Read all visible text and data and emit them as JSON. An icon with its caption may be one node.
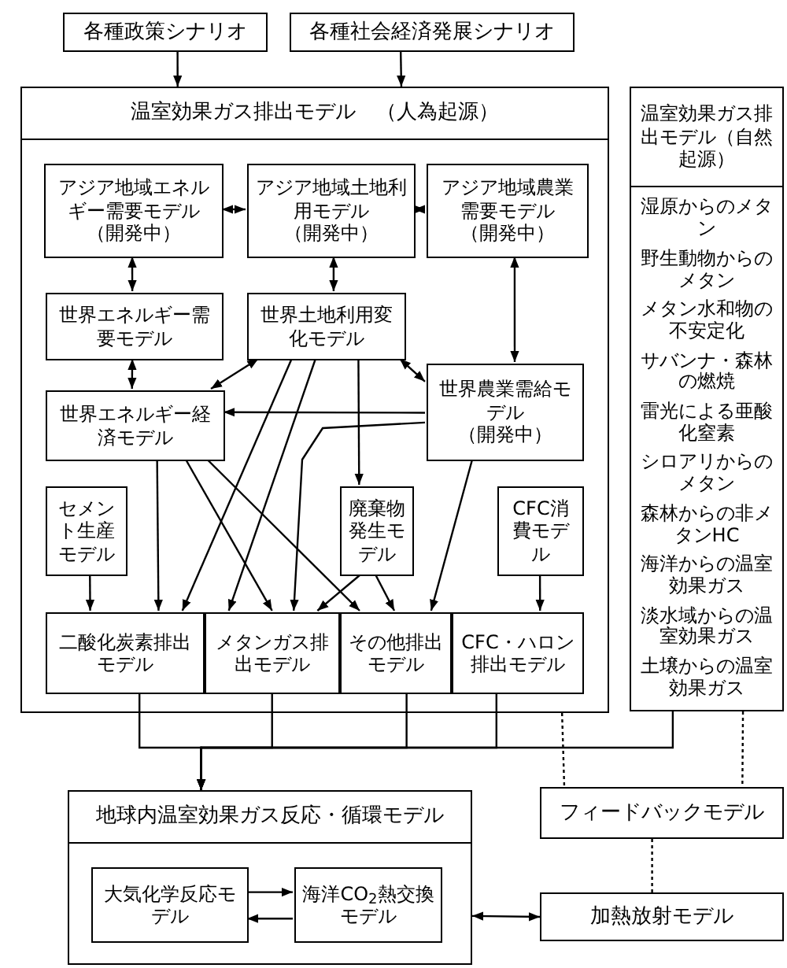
{
  "diagram": {
    "nodes": [
      {
        "text": [
          "各種政策シナリオ"
        ]
      },
      {
        "text": [
          "各種社会経済発展シナリオ"
        ]
      },
      {
        "text": [
          "温室効果ガス排出モデル　（人為起源）"
        ]
      },
      {
        "text": [
          "アジア地域エネルギー需要モデル",
          "（開発中）"
        ],
        "in": 2
      },
      {
        "text": [
          "アジア地域土地利用モデル",
          "（開発中）"
        ],
        "in": 2
      },
      {
        "text": [
          "アジア地域農業需要モデル",
          "（開発中）"
        ],
        "in": 2
      },
      {
        "text": [
          "世界エネルギー需要モデル"
        ],
        "in": 2
      },
      {
        "text": [
          "世界土地利用変化モデル"
        ],
        "in": 2
      },
      {
        "text": [
          "世界エネルギー経済モデル"
        ],
        "in": 2
      },
      {
        "text": [
          "世界農業需給モデル",
          "（開発中）"
        ],
        "in": 2
      },
      {
        "text": [
          "セメント生産モデル"
        ],
        "in": 2
      },
      {
        "text": [
          "廃棄物発生モデル"
        ],
        "in": 2
      },
      {
        "text": [
          "CFC消費モデル"
        ],
        "in": 2
      },
      {
        "text": [
          "二酸化炭素排出モデル"
        ],
        "in": 2
      },
      {
        "text": [
          "メタンガス排出モデル"
        ],
        "in": 2
      },
      {
        "text": [
          "その他排出モデル"
        ],
        "in": 2
      },
      {
        "text": [
          "CFC・ハロン排出モデル"
        ],
        "in": 2
      },
      {
        "text": [
          "温室効果ガス排出モデル（自然起源）",
          "湿原からのメタン",
          "野生動物からのメタン",
          "メタン水和物の不安定化",
          "サバンナ・森林の燃焼",
          "雷光による亜酸化窒素",
          "シロアリからのメタン",
          "森林からの非メタンHC",
          "海洋からの温室効果ガス",
          "淡水域からの温室効果ガス",
          "土壌からの温室効果ガス"
        ]
      },
      {
        "text": [
          "地球内温室効果ガス反応・循環モデル"
        ]
      },
      {
        "text": [
          "大気化学反応モデル"
        ],
        "in": 18
      },
      {
        "text": [
          "海洋CO$_{2}$熱交換モデル"
        ],
        "in": 18
      },
      {
        "text": [
          "フィードバックモデル"
        ]
      },
      {
        "text": [
          "加熱放射モデル"
        ]
      }
    ],
    "edges": [
      {
        "from": 0,
        "to": 2,
        "arrow": "to"
      },
      {
        "from": 1,
        "to": 2,
        "arrow": "to"
      },
      {
        "from": 3,
        "to": 4,
        "arrow": "both"
      },
      {
        "from": 4,
        "to": 5,
        "arrow": "both"
      },
      {
        "from": 3,
        "to": 6,
        "arrow": "both"
      },
      {
        "from": 4,
        "to": 7,
        "arrow": "both"
      },
      {
        "from": 5,
        "to": 9,
        "arrow": "both"
      },
      {
        "from": 6,
        "to": 8,
        "arrow": "both"
      },
      {
        "from": 7,
        "to": 8,
        "arrow": "both"
      },
      {
        "from": 7,
        "to": 9,
        "arrow": "both"
      },
      {
        "from": 9,
        "to": 8,
        "arrow": "to"
      },
      {
        "from": 7,
        "to": 13,
        "arrow": "to"
      },
      {
        "from": 7,
        "to": 14,
        "arrow": "to"
      },
      {
        "from": 7,
        "to": 11,
        "arrow": "to"
      },
      {
        "from": 8,
        "to": 13,
        "arrow": "to"
      },
      {
        "from": 8,
        "to": 14,
        "arrow": "to"
      },
      {
        "from": 8,
        "to": 15,
        "arrow": "to"
      },
      {
        "from": 9,
        "to": 14,
        "arrow": "to"
      },
      {
        "from": 9,
        "to": 15,
        "arrow": "to"
      },
      {
        "from": 10,
        "to": 13,
        "arrow": "to"
      },
      {
        "from": 12,
        "to": 16,
        "arrow": "to"
      },
      {
        "from": 13,
        "to": 18,
        "arrow": "to"
      },
      {
        "from": 14,
        "to": 18,
        "arrow": "to"
      },
      {
        "from": 15,
        "to": 18,
        "arrow": "to"
      },
      {
        "from": 16,
        "to": 18,
        "arrow": "to"
      },
      {
        "from": 17,
        "to": 18,
        "arrow": "to"
      },
      {
        "from": 2,
        "to": 21,
        "arrow": "none",
        "style": "dashed"
      },
      {
        "from": 17,
        "to": 21,
        "arrow": "none",
        "style": "dashed"
      },
      {
        "from": 21,
        "to": 22,
        "arrow": "none",
        "style": "dashed"
      },
      {
        "from": 19,
        "to": 20,
        "arrow": "to"
      },
      {
        "from": 20,
        "to": 19,
        "arrow": "to"
      },
      {
        "from": 18,
        "to": 22,
        "arrow": "both"
      },
      {
        "from": 11,
        "to": 14,
        "arrow": "to"
      },
      {
        "from": 11,
        "to": 15,
        "arrow": "to"
      }
    ]
  }
}
